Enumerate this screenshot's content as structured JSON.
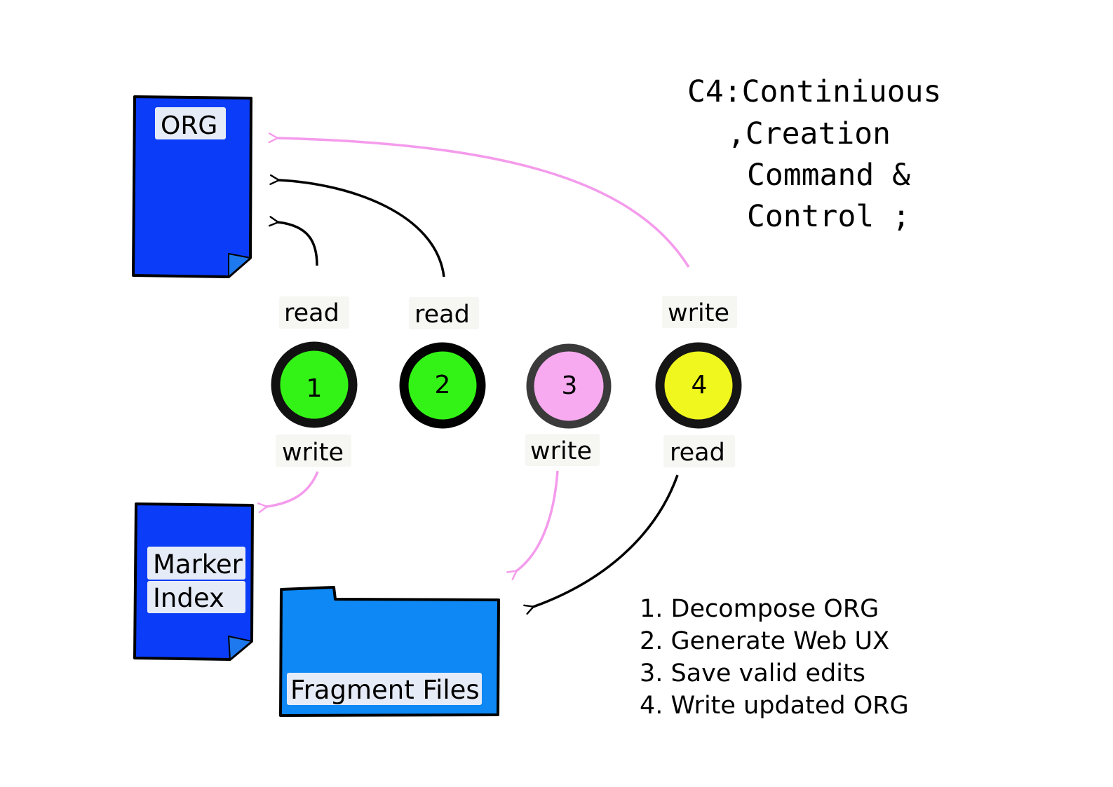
{
  "title_lines": [
    "C4:Continiuous",
    ",Creation",
    "Command &",
    "Control ;"
  ],
  "documents": {
    "org": {
      "label": "ORG"
    },
    "marker_index": {
      "label_line1": "Marker",
      "label_line2": "Index"
    },
    "fragment_files": {
      "label": "Fragment Files"
    }
  },
  "steps": [
    {
      "number": "1",
      "top_label": "read",
      "bottom_label": "write",
      "fill": "#33f316",
      "ring": "#111111"
    },
    {
      "number": "2",
      "top_label": "read",
      "bottom_label": "",
      "fill": "#33f316",
      "ring": "#000000"
    },
    {
      "number": "3",
      "top_label": "",
      "bottom_label": "write",
      "fill": "#f7aaef",
      "ring": "#3a3a3a"
    },
    {
      "number": "4",
      "top_label": "write",
      "bottom_label": "read",
      "fill": "#f0f71e",
      "ring": "#151515"
    }
  ],
  "legend": [
    "1. Decompose ORG",
    "2. Generate Web UX",
    "3. Save valid edits",
    "4. Write updated ORG"
  ],
  "colors": {
    "document_blue": "#0b3cf7",
    "folder_blue": "#0d88f5",
    "fold_corner": "#1e78ee",
    "label_bg": "#e6ecf7",
    "small_label_bg": "#f6f7f3",
    "read_arrow": "#000000",
    "write_arrow": "#f49bec"
  }
}
